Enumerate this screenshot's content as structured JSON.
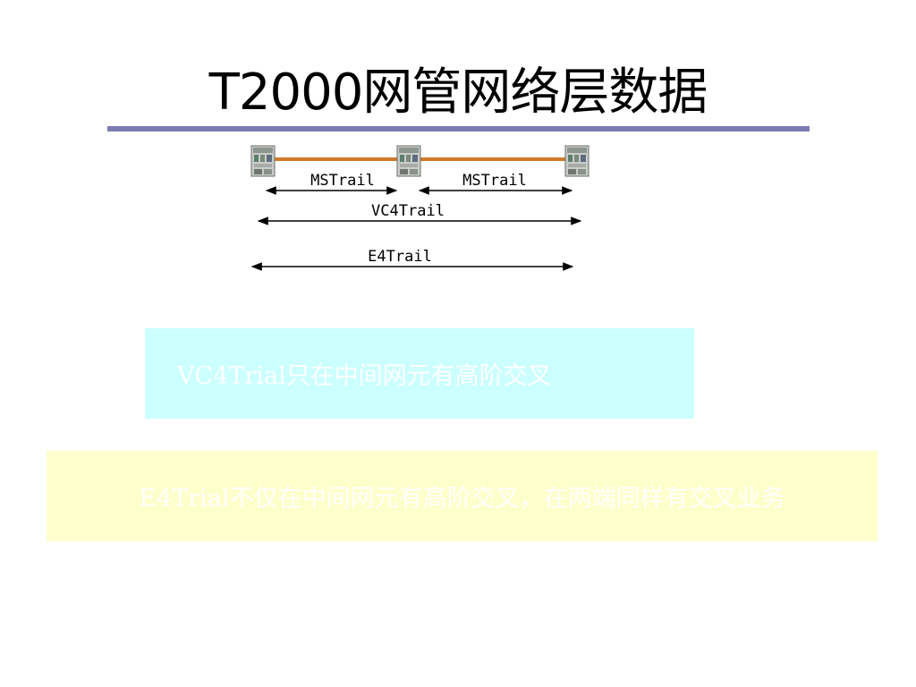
{
  "title": "T2000网管网络层数据",
  "diagram": {
    "nodes": [
      "ne-left",
      "ne-middle",
      "ne-right"
    ],
    "trails": {
      "ms1": "MSTrail",
      "ms2": "MSTrail",
      "vc4": "VC4Trail",
      "e4": "E4Trail"
    }
  },
  "notes": {
    "vc4": "VC4Trial只在中间网元有高阶交叉",
    "e4": "E4Trial不仅在中间网元有高阶交叉，在两端同样有交叉业务"
  },
  "colors": {
    "title_rule": "#7b7bb0",
    "fiber": "#d07a2c",
    "vc4_box": "#ccffff",
    "e4_box": "#ffffcc"
  }
}
